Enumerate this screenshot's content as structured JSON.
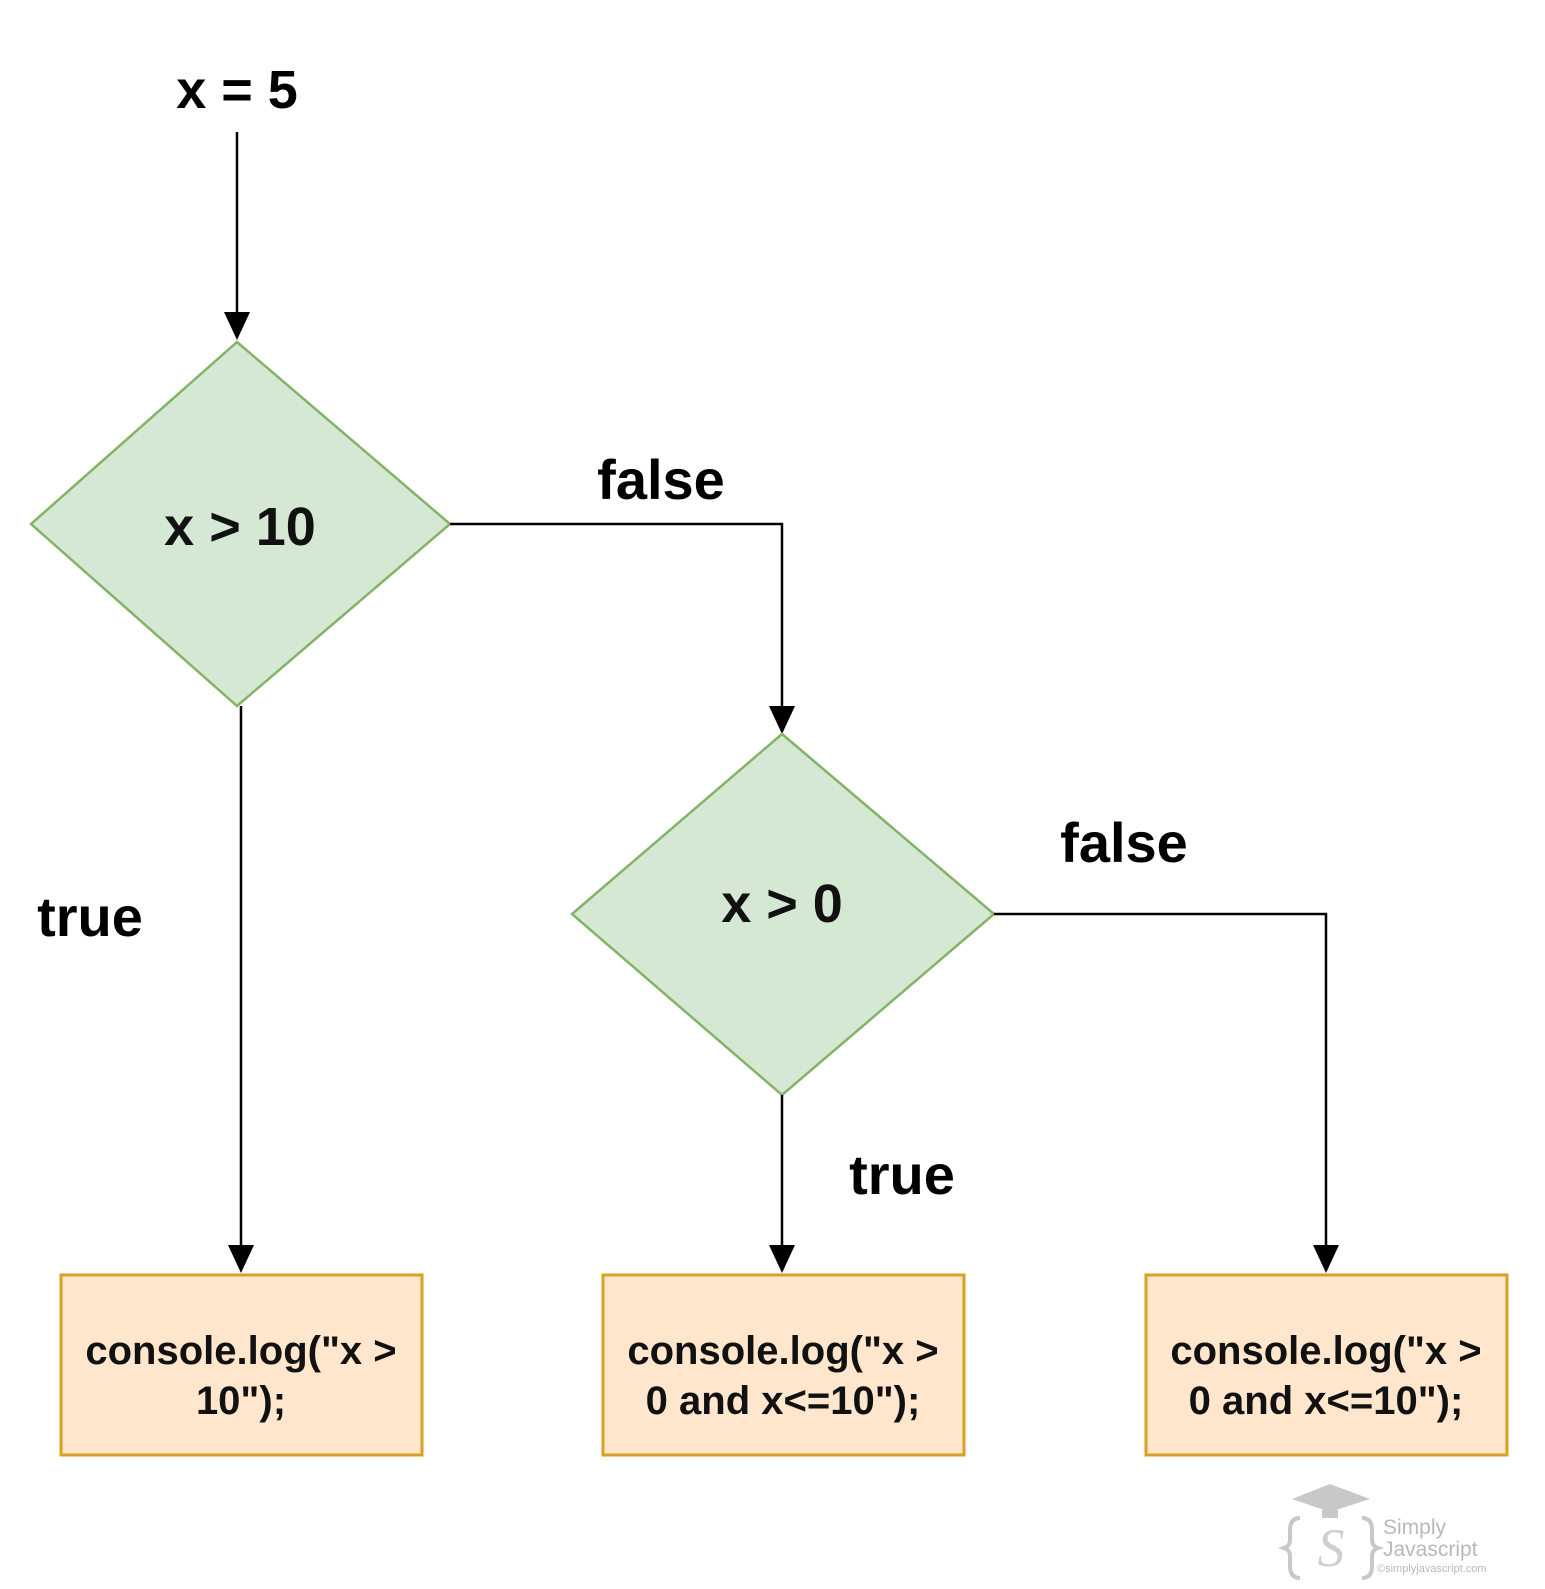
{
  "colors": {
    "decision_fill": "#d5e8d4",
    "decision_stroke": "#82b366",
    "action_fill": "#ffe6cc",
    "action_stroke": "#d7a21f",
    "line": "#000000",
    "watermark": "#b9b9b9"
  },
  "start": {
    "text": "x = 5"
  },
  "decisions": [
    {
      "text": "x > 10"
    },
    {
      "text": "x > 0"
    }
  ],
  "edge_labels": {
    "d1_false": "false",
    "d1_true": "true",
    "d2_false": "false",
    "d2_true": "true"
  },
  "actions": [
    {
      "line1": "console.log(\"x >",
      "line2": "10\");"
    },
    {
      "line1": "console.log(\"x >",
      "line2": "0 and x<=10\");"
    },
    {
      "line1": "console.log(\"x >",
      "line2": "0 and x<=10\");"
    }
  ],
  "watermark": {
    "icon": "graduation-cap-logo-icon",
    "line1": "Simply",
    "line2": "Javascript",
    "line3": "©simplyjavascript.com"
  }
}
